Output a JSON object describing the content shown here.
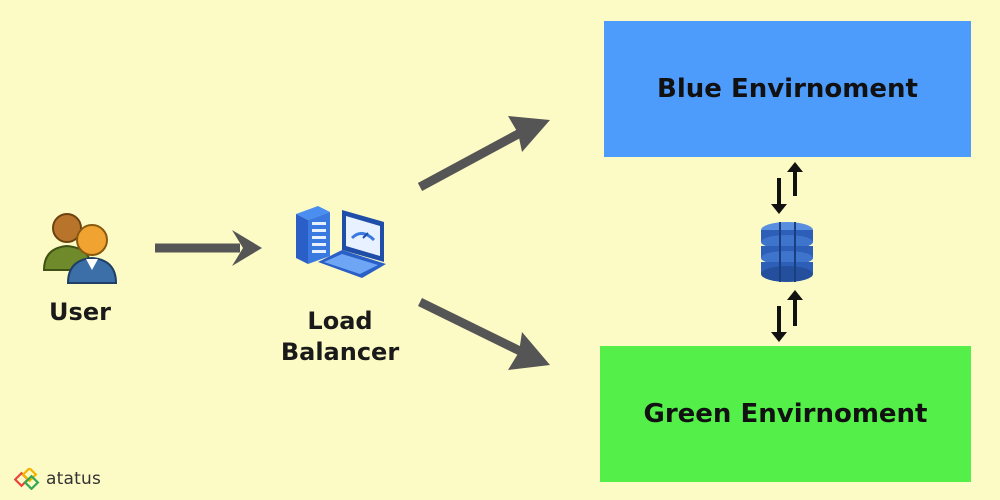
{
  "nodes": {
    "user": {
      "label": "User"
    },
    "load_balancer": {
      "label_line1": "Load",
      "label_line2": "Balancer"
    },
    "blue_env": {
      "label": "Blue Envirnoment",
      "color": "#4d9bfb"
    },
    "green_env": {
      "label": "Green Envirnoment",
      "color": "#54f049"
    }
  },
  "edges": [
    {
      "from": "user",
      "to": "load_balancer"
    },
    {
      "from": "load_balancer",
      "to": "blue_env"
    },
    {
      "from": "load_balancer",
      "to": "green_env"
    },
    {
      "from": "blue_env",
      "to": "database",
      "bidirectional": true
    },
    {
      "from": "database",
      "to": "green_env",
      "bidirectional": true
    }
  ],
  "icons": {
    "user": "users-icon",
    "load_balancer": "server-laptop-icon",
    "database": "database-icon",
    "brand": "atatus-logo-icon"
  },
  "colors": {
    "background": "#fdfbc5",
    "arrow": "#555555"
  },
  "brand": {
    "name": "atatus"
  }
}
